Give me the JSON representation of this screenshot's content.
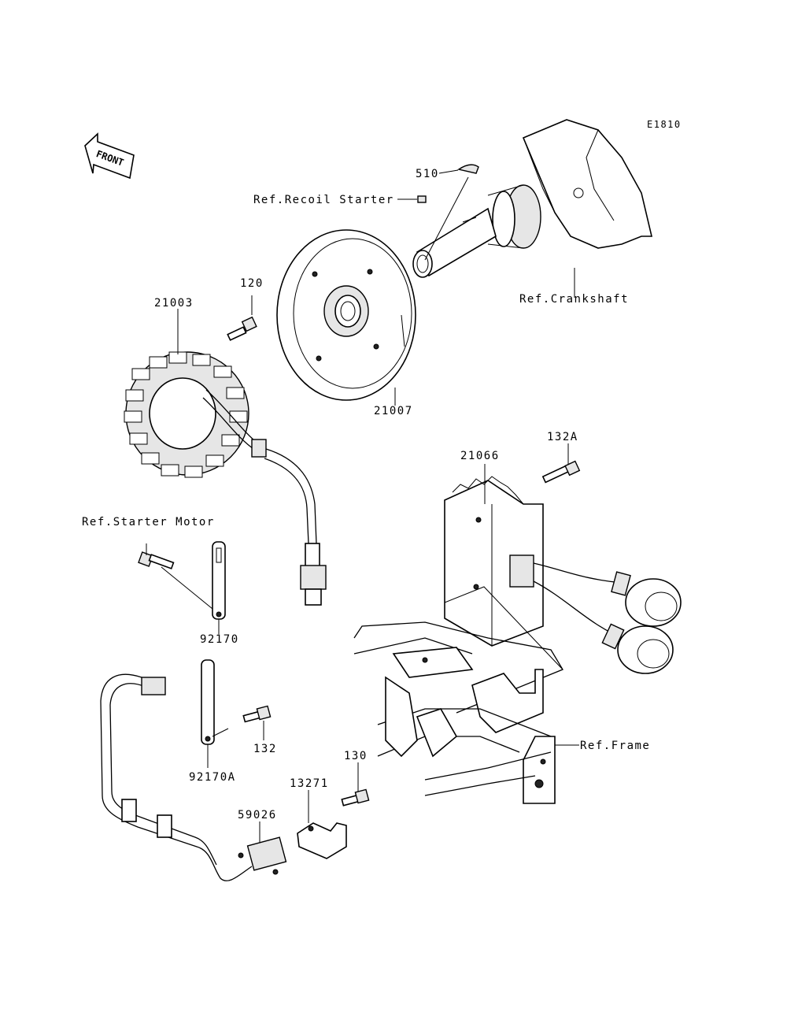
{
  "diagram": {
    "code": "E1810",
    "front_label": "FRONT",
    "callouts": {
      "p510": "510",
      "recoil": "Ref.Recoil Starter",
      "crank": "Ref.Crankshaft",
      "p120": "120",
      "p21003": "21003",
      "p21007": "21007",
      "p132A": "132A",
      "p21066": "21066",
      "starter": "Ref.Starter Motor",
      "p92170": "92170",
      "p132": "132",
      "p92170A": "92170A",
      "frame": "Ref.Frame",
      "p130": "130",
      "p13271": "13271",
      "p59026": "59026"
    }
  }
}
